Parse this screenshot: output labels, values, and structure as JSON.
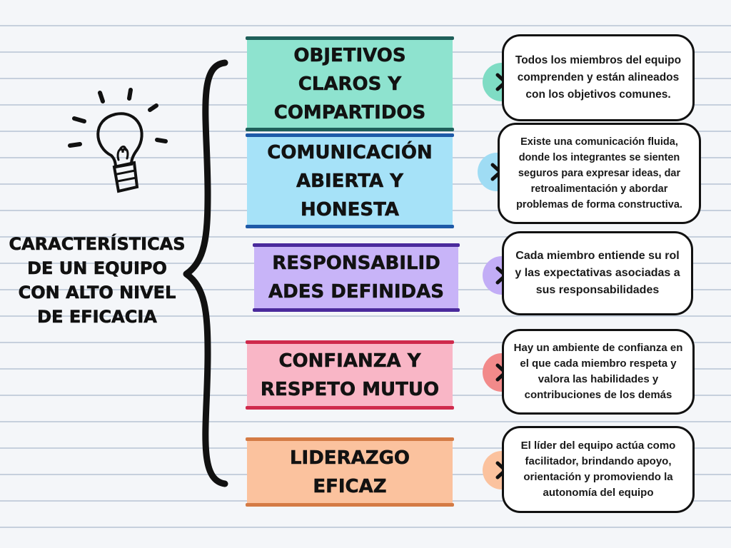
{
  "title": "CARACTERÍSTICAS DE UN EQUIPO CON ALTO NIVEL DE EFICACIA",
  "items": [
    {
      "label": "OBJETIVOS CLAROS Y COMPARTIDOS",
      "description": "Todos los miembros del equipo comprenden y están alineados con los objetivos comunes.",
      "color": "#8ee3cf",
      "edge": "#1f5f5a",
      "chevron_color": "#7fdcc4"
    },
    {
      "label": "COMUNICACIÓN ABIERTA Y HONESTA",
      "description": "Existe una comunicación fluida, donde los integrantes se sienten seguros para expresar ideas, dar retroalimentación y abordar problemas de forma constructiva.",
      "color": "#a6e2f8",
      "edge": "#1e5aa8",
      "chevron_color": "#9fdcf4"
    },
    {
      "label": "RESPONSABILIDADES DEFINIDAS",
      "description": "Cada miembro entiende su rol y las expectativas asociadas a sus responsabilidades",
      "color": "#c8b4f8",
      "edge": "#4a2a9c",
      "chevron_color": "#c2adf6"
    },
    {
      "label": "CONFIANZA Y RESPETO MUTUO",
      "description": "Hay un ambiente de confianza en el que cada miembro respeta y valora las habilidades y contribuciones de los demás",
      "color": "#f9b6c6",
      "edge": "#cf2a4c",
      "chevron_color": "#f28a8a"
    },
    {
      "label": "LIDERAZGO EFICAZ",
      "description": "El líder del equipo actúa como facilitador, brindando apoyo, orientación y promoviendo la autonomía del equipo",
      "color": "#fbc29e",
      "edge": "#d47b45",
      "chevron_color": "#fbc29e"
    }
  ]
}
